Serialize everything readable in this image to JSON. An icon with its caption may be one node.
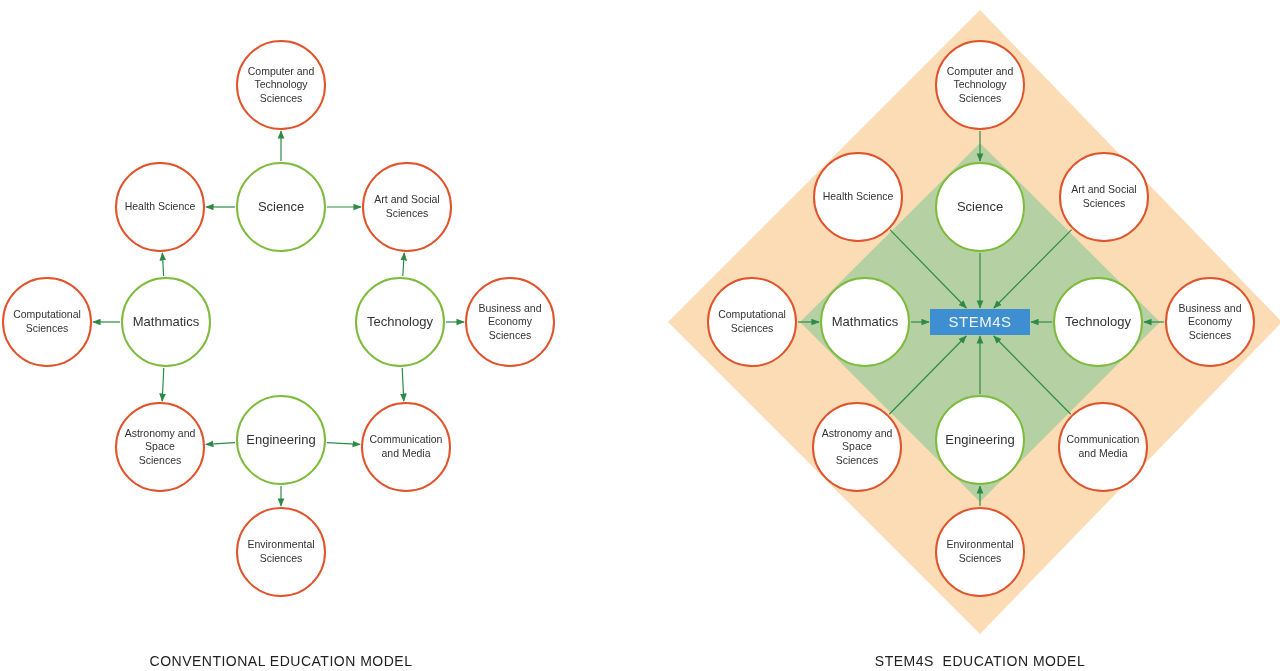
{
  "diagram": {
    "nodes": [
      {
        "text": [
          "Computer and Technology Sciences"
        ]
      },
      {
        "text": [
          "Health Science"
        ]
      },
      {
        "text": [
          "Science"
        ]
      },
      {
        "text": [
          "Art and Social Sciences"
        ]
      },
      {
        "text": [
          "Computational Sciences"
        ]
      },
      {
        "text": [
          "Mathmatics"
        ]
      },
      {
        "text": [
          "Technology"
        ]
      },
      {
        "text": [
          "Business and Economy Sciences"
        ]
      },
      {
        "text": [
          "Astronomy and Space Sciences"
        ]
      },
      {
        "text": [
          "Engineering"
        ]
      },
      {
        "text": [
          "Communication and Media"
        ]
      },
      {
        "text": [
          "Environmental Sciences"
        ]
      },
      {
        "text": [
          "Computer and Technology Sciences"
        ]
      },
      {
        "text": [
          "Health Science"
        ]
      },
      {
        "text": [
          "Science"
        ]
      },
      {
        "text": [
          "Art and Social Sciences"
        ]
      },
      {
        "text": [
          "Computational Sciences"
        ]
      },
      {
        "text": [
          "Mathmatics"
        ]
      },
      {
        "text": [
          "STEM4S"
        ]
      },
      {
        "text": [
          "Technology"
        ]
      },
      {
        "text": [
          "Business and Economy Sciences"
        ]
      },
      {
        "text": [
          "Astronomy and Space Sciences"
        ]
      },
      {
        "text": [
          "Engineering"
        ]
      },
      {
        "text": [
          "Communication and Media"
        ]
      },
      {
        "text": [
          "Environmental Sciences"
        ]
      }
    ],
    "edges": [
      {
        "from": 2,
        "to": 0,
        "arrow": "to"
      },
      {
        "from": 2,
        "to": 1,
        "arrow": "to"
      },
      {
        "from": 2,
        "to": 3,
        "arrow": "to"
      },
      {
        "from": 5,
        "to": 1,
        "arrow": "to"
      },
      {
        "from": 5,
        "to": 4,
        "arrow": "to"
      },
      {
        "from": 5,
        "to": 8,
        "arrow": "to"
      },
      {
        "from": 6,
        "to": 3,
        "arrow": "to"
      },
      {
        "from": 6,
        "to": 7,
        "arrow": "to"
      },
      {
        "from": 6,
        "to": 10,
        "arrow": "to"
      },
      {
        "from": 9,
        "to": 8,
        "arrow": "to"
      },
      {
        "from": 9,
        "to": 10,
        "arrow": "to"
      },
      {
        "from": 9,
        "to": 11,
        "arrow": "to"
      },
      {
        "from": 12,
        "to": 14,
        "arrow": "to"
      },
      {
        "from": 14,
        "to": 18,
        "arrow": "to"
      },
      {
        "from": 13,
        "to": 18,
        "arrow": "to"
      },
      {
        "from": 15,
        "to": 18,
        "arrow": "to"
      },
      {
        "from": 16,
        "to": 17,
        "arrow": "to"
      },
      {
        "from": 17,
        "to": 18,
        "arrow": "to"
      },
      {
        "from": 19,
        "to": 18,
        "arrow": "to"
      },
      {
        "from": 20,
        "to": 19,
        "arrow": "to"
      },
      {
        "from": 21,
        "to": 18,
        "arrow": "to"
      },
      {
        "from": 23,
        "to": 18,
        "arrow": "to"
      },
      {
        "from": 22,
        "to": 18,
        "arrow": "to"
      },
      {
        "from": 24,
        "to": 22,
        "arrow": "to"
      }
    ],
    "labels": [
      "CONVENTIONAL EDUCATION MODEL",
      "STEM4S  EDUCATION MODEL"
    ]
  }
}
